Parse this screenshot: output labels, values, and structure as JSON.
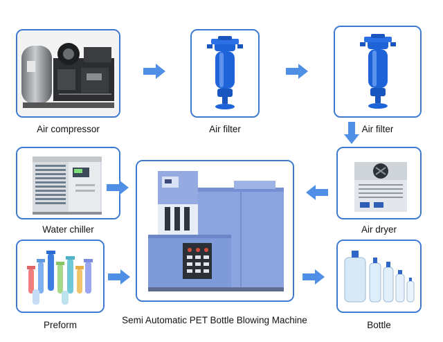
{
  "colors": {
    "card_border": "#3b78d0",
    "arrow": "#4f8fe6",
    "machine": "#7f9ad8",
    "filter": "#1f63d9"
  },
  "steps": [
    {
      "id": "air-compressor",
      "label": "Air compressor",
      "icon": "air-compressor-image"
    },
    {
      "id": "air-filter-1",
      "label": "Air filter",
      "icon": "air-filter-image"
    },
    {
      "id": "air-filter-2",
      "label": "Air filter",
      "icon": "air-filter-image"
    },
    {
      "id": "air-dryer",
      "label": "Air dryer",
      "icon": "air-dryer-image"
    },
    {
      "id": "water-chiller",
      "label": "Water chiller",
      "icon": "water-chiller-image"
    },
    {
      "id": "preform",
      "label": "Preform",
      "icon": "preform-image"
    },
    {
      "id": "blowing-machine",
      "label": "Semi Automatic PET Bottle Blowing Machine",
      "icon": "blowing-machine-image"
    },
    {
      "id": "bottle",
      "label": "Bottle",
      "icon": "bottle-image"
    }
  ],
  "arrows": [
    {
      "from": "Air compressor",
      "to": "Air filter",
      "direction": "right"
    },
    {
      "from": "Air filter",
      "to": "Air filter",
      "direction": "right"
    },
    {
      "from": "Air filter",
      "to": "Air dryer",
      "direction": "down"
    },
    {
      "from": "Air dryer",
      "to": "Semi Automatic PET Bottle Blowing Machine",
      "direction": "left"
    },
    {
      "from": "Water chiller",
      "to": "Semi Automatic PET Bottle Blowing Machine",
      "direction": "right"
    },
    {
      "from": "Preform",
      "to": "Semi Automatic PET Bottle Blowing Machine",
      "direction": "right"
    },
    {
      "from": "Semi Automatic PET Bottle Blowing Machine",
      "to": "Bottle",
      "direction": "right"
    }
  ]
}
